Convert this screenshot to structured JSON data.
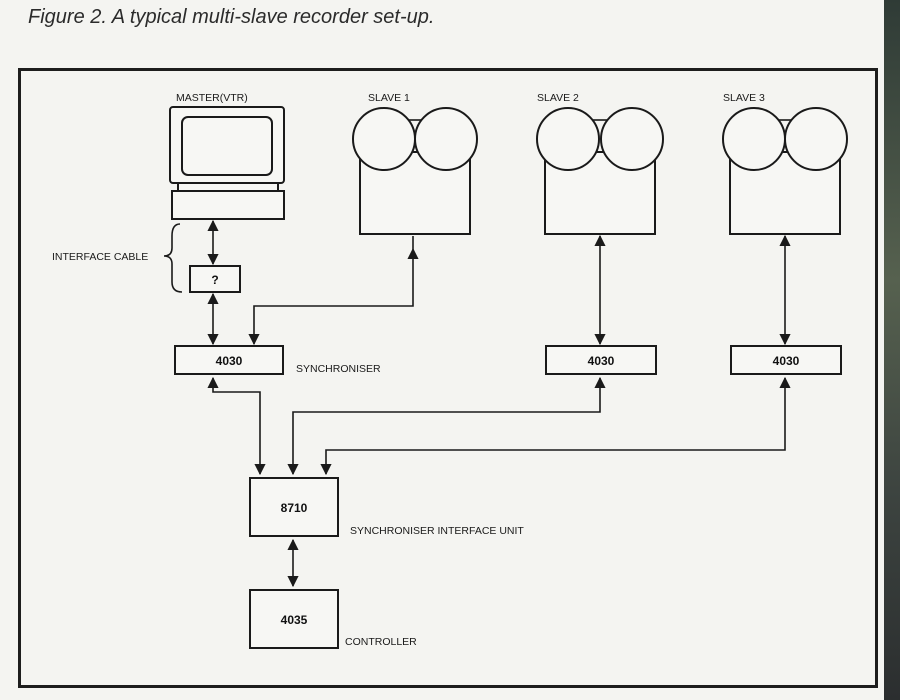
{
  "caption": "Figure 2. A typical multi-slave recorder set-up.",
  "labels": {
    "master": "MASTER(VTR)",
    "slave1": "SLAVE 1",
    "slave2": "SLAVE 2",
    "slave3": "SLAVE 3",
    "interface_cable": "INTERFACE CABLE",
    "unknown_box": "?",
    "sync_master": "4030",
    "sync_slave2": "4030",
    "sync_slave3": "4030",
    "synchroniser": "SYNCHRONISER",
    "siu_box": "8710",
    "siu": "SYNCHRONISER INTERFACE UNIT",
    "controller_box": "4035",
    "controller": "CONTROLLER"
  }
}
